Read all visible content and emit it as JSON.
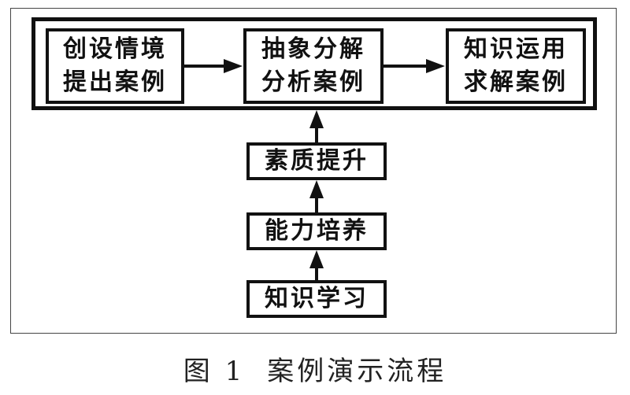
{
  "diagram": {
    "top_row": [
      {
        "line1": "创设情境",
        "line2": "提出案例"
      },
      {
        "line1": "抽象分解",
        "line2": "分析案例"
      },
      {
        "line1": "知识运用",
        "line2": "求解案例"
      }
    ],
    "column": [
      {
        "label": "素质提升"
      },
      {
        "label": "能力培养"
      },
      {
        "label": "知识学习"
      }
    ]
  },
  "caption": {
    "figure_no": "图 1",
    "title": "案例演示流程"
  }
}
